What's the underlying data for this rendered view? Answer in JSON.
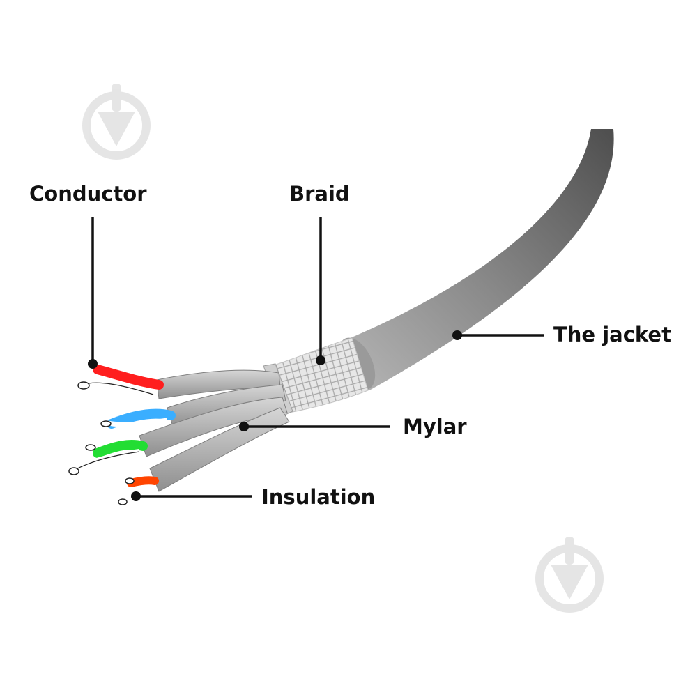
{
  "labels": {
    "conductor": "Conductor",
    "braid": "Braid",
    "jacket": "The jacket",
    "mylar": "Mylar",
    "insulation": "Insulation"
  },
  "icons": [
    "watermark-icon",
    "watermark-icon"
  ],
  "colors": {
    "jacket_light": "#a9a9a9",
    "jacket_dark": "#555555",
    "braid": "#e0e0e0",
    "wire_sheath": "#bdbdbd",
    "red_wire": "#ff2020",
    "blue_wire": "#33aaff",
    "green_wire": "#22dd22",
    "orange_wire": "#ff4400",
    "leader": "#111111",
    "watermark": "#e6e6e6"
  }
}
